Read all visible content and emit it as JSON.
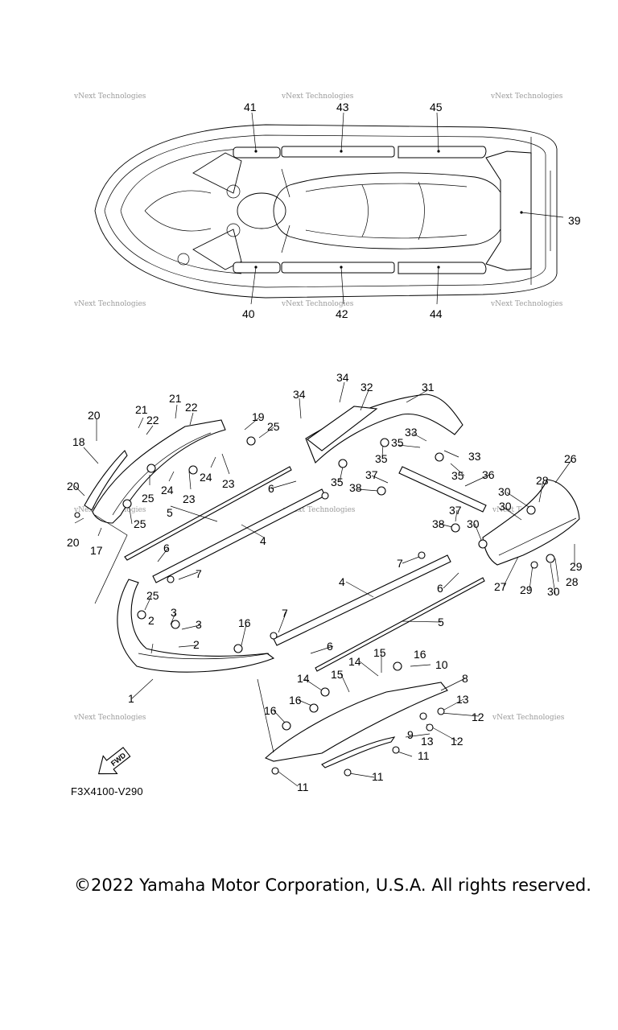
{
  "watermark": "vNext Technologies",
  "diagram_code": "F3X4100-V290",
  "fwd_label": "FWD",
  "copyright": "©2022 Yamaha Motor Corporation, U.S.A. All rights reserved.",
  "callouts": {
    "n1": "1",
    "n2": "2",
    "n3": "3",
    "n4": "4",
    "n5": "5",
    "n6": "6",
    "n7": "7",
    "n8": "8",
    "n9": "9",
    "n10": "10",
    "n11": "11",
    "n12": "12",
    "n13": "13",
    "n14": "14",
    "n15": "15",
    "n16": "16",
    "n17": "17",
    "n18": "18",
    "n19": "19",
    "n20": "20",
    "n21": "21",
    "n22": "22",
    "n23": "23",
    "n24": "24",
    "n25": "25",
    "n26": "26",
    "n27": "27",
    "n28": "28",
    "n29": "29",
    "n30": "30",
    "n31": "31",
    "n32": "32",
    "n33": "33",
    "n34": "34",
    "n35": "35",
    "n36": "36",
    "n37": "37",
    "n38": "38",
    "n39": "39",
    "n40": "40",
    "n41": "41",
    "n42": "42",
    "n43": "43",
    "n44": "44",
    "n45": "45"
  }
}
